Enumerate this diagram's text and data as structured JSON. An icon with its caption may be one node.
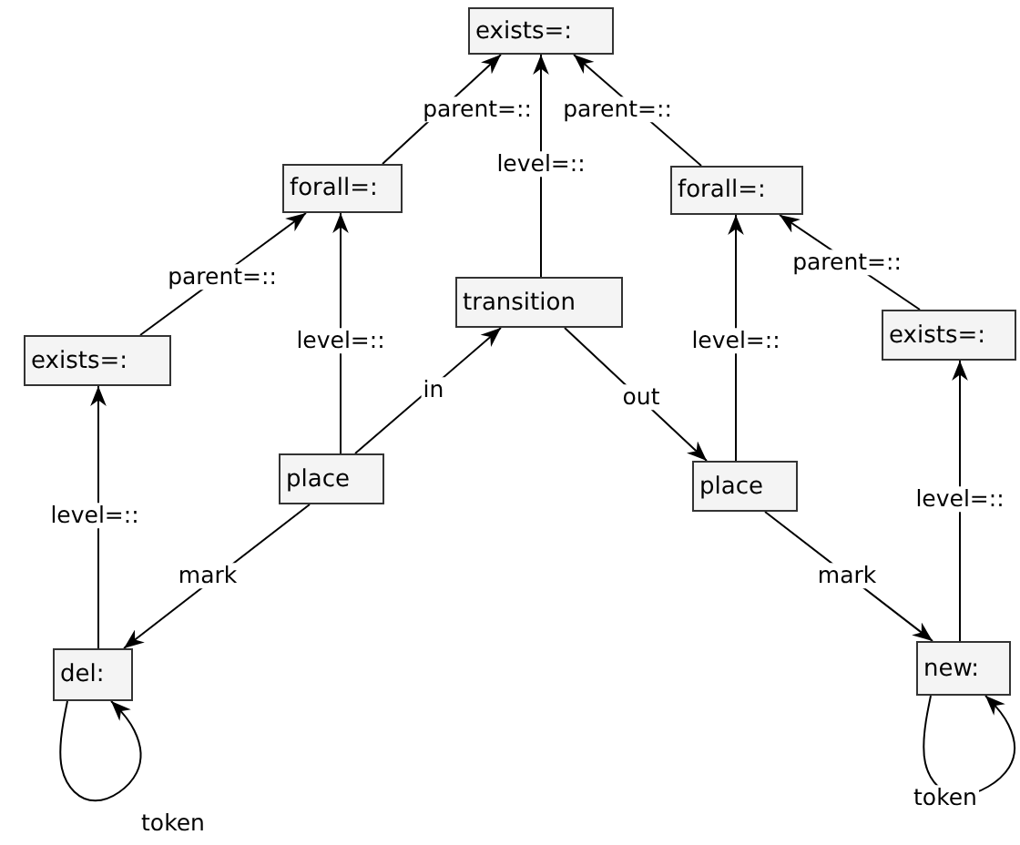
{
  "diagram": {
    "nodes": [
      {
        "text": [
          "exists=:"
        ]
      },
      {
        "text": [
          "forall=:"
        ]
      },
      {
        "text": [
          "transition"
        ]
      },
      {
        "text": [
          "forall=:"
        ]
      },
      {
        "text": [
          "exists=:"
        ]
      },
      {
        "text": [
          "place"
        ]
      },
      {
        "text": [
          "place"
        ]
      },
      {
        "text": [
          "exists=:"
        ]
      },
      {
        "text": [
          "del:"
        ]
      },
      {
        "text": [
          "new:"
        ]
      }
    ],
    "edges": [
      {
        "from": 1,
        "to": 0,
        "arrow": "to",
        "label": "parent=::"
      },
      {
        "from": 2,
        "to": 0,
        "arrow": "to",
        "label": "level=::"
      },
      {
        "from": 3,
        "to": 0,
        "arrow": "to",
        "label": "parent=::"
      },
      {
        "from": 4,
        "to": 1,
        "arrow": "to",
        "label": "parent=::"
      },
      {
        "from": 5,
        "to": 1,
        "arrow": "to",
        "label": "level=::"
      },
      {
        "from": 5,
        "to": 2,
        "arrow": "to",
        "label": "in"
      },
      {
        "from": 2,
        "to": 6,
        "arrow": "to",
        "label": "out"
      },
      {
        "from": 6,
        "to": 3,
        "arrow": "to",
        "label": "level=::"
      },
      {
        "from": 7,
        "to": 3,
        "arrow": "to",
        "label": "parent=::"
      },
      {
        "from": 5,
        "to": 8,
        "arrow": "to",
        "label": "mark"
      },
      {
        "from": 8,
        "to": 4,
        "arrow": "to",
        "label": "level=::"
      },
      {
        "from": 8,
        "to": 8,
        "arrow": "to",
        "label": "token"
      },
      {
        "from": 6,
        "to": 9,
        "arrow": "to",
        "label": "mark"
      },
      {
        "from": 9,
        "to": 7,
        "arrow": "to",
        "label": "level=::"
      },
      {
        "from": 9,
        "to": 9,
        "arrow": "to",
        "label": "token"
      }
    ]
  }
}
